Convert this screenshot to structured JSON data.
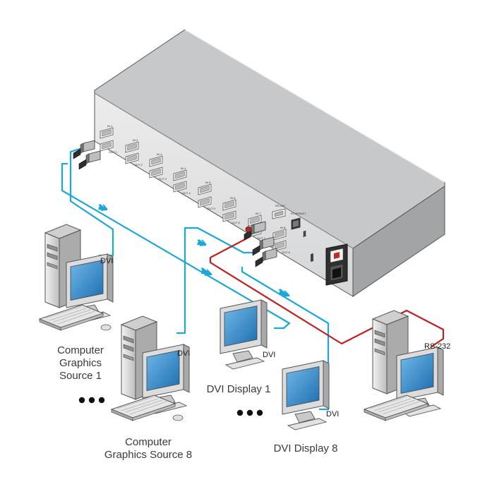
{
  "labels": {
    "source1": [
      "Computer",
      "Graphics",
      "Source 1"
    ],
    "source8": [
      "Computer",
      "Graphics Source 8"
    ],
    "display1": "DVI Display 1",
    "display8": "DVI Display 8",
    "dvi": "DVI",
    "rs232": "RS-232"
  },
  "device": {
    "port_labels": [
      "IN 1",
      "IN 2",
      "IN 3",
      "IN 4",
      "IN 5",
      "IN 6",
      "IN 7",
      "IN 8",
      "OUT 1",
      "OUT 2",
      "OUT 3",
      "OUT 4",
      "OUT 5",
      "OUT 6",
      "OUT 7",
      "OUT 8"
    ],
    "rs232_port_label": "RS-232",
    "ethernet_label": "ETHERNET"
  },
  "colors": {
    "dvi_cable": "#1ba8d8",
    "rs232_cable": "#c0201e",
    "device_body": "#e3e4e6",
    "device_top": "#c9cacc",
    "screen": "#2a7fc0"
  }
}
